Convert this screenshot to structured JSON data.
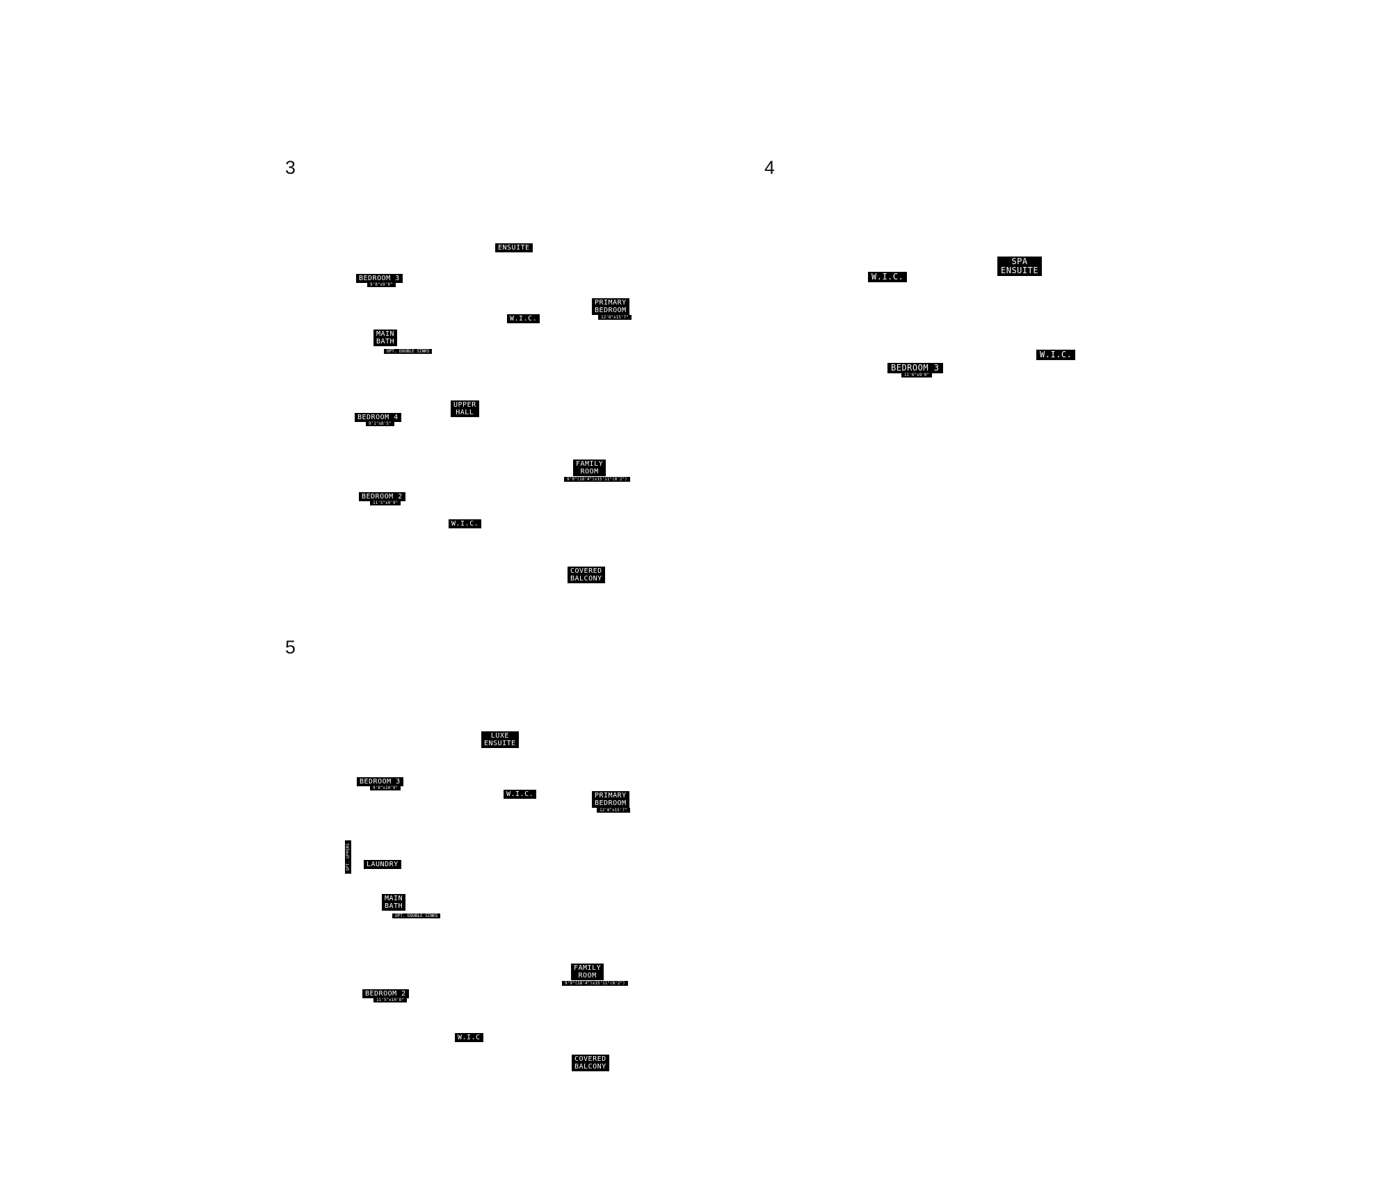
{
  "plans": [
    {
      "number": "3",
      "labels": {
        "ensuite": [
          "ENSUITE"
        ],
        "bedroom3": [
          "BEDROOM 3"
        ],
        "bedroom3_dim": "9'8\"x9'9\"",
        "wic_upper": [
          "W.I.C."
        ],
        "primary_bedroom": [
          "PRIMARY",
          "BEDROOM"
        ],
        "primary_bedroom_dim": "12'8\"x15'7\"",
        "main_bath": [
          "MAIN",
          "BATH"
        ],
        "main_bath_note": "OPT. DOUBLE SINKS",
        "upper_hall": [
          "UPPER",
          "HALL"
        ],
        "bedroom4": [
          "BEDROOM 4"
        ],
        "bedroom4_dim": "9'1\"x8'5\"",
        "family_room": [
          "FAMILY",
          "ROOM"
        ],
        "family_room_dim": "9'9\"(18'4\")x15'11\"(8'2\")",
        "bedroom2": [
          "BEDROOM 2"
        ],
        "bedroom2_dim": "11'5\"x9'9\"",
        "wic_lower": [
          "W.I.C."
        ],
        "covered_balcony": [
          "COVERED",
          "BALCONY"
        ]
      }
    },
    {
      "number": "4",
      "labels": {
        "wic_left": [
          "W.I.C."
        ],
        "spa_ensuite": [
          "SPA",
          "ENSUITE"
        ],
        "wic_right": [
          "W.I.C."
        ],
        "bedroom3": [
          "BEDROOM 3"
        ],
        "bedroom3_dim": "11'6\"x9'0\""
      }
    },
    {
      "number": "5",
      "labels": {
        "luxe_ensuite": [
          "LUXE",
          "ENSUITE"
        ],
        "bedroom3": [
          "BEDROOM 3"
        ],
        "bedroom3_dim": "9'8\"x10'9\"",
        "wic_upper": [
          "W.I.C."
        ],
        "primary_bedroom": [
          "PRIMARY",
          "BEDROOM"
        ],
        "primary_bedroom_dim": "12'8\"x15'7\"",
        "opt_uppers": "OPT. UPPERS",
        "laundry": [
          "LAUNDRY"
        ],
        "main_bath": [
          "MAIN",
          "BATH"
        ],
        "main_bath_note": "OPT. DOUBLE SINKS",
        "family_room": [
          "FAMILY",
          "ROOM"
        ],
        "family_room_dim": "9'9\"(18'4\")x15'11\"(8'2\")",
        "bedroom2": [
          "BEDROOM 2"
        ],
        "bedroom2_dim": "11'5\"x10'8\"",
        "wic_lower": [
          "W.I.C"
        ],
        "covered_balcony": [
          "COVERED",
          "BALCONY"
        ]
      }
    }
  ]
}
